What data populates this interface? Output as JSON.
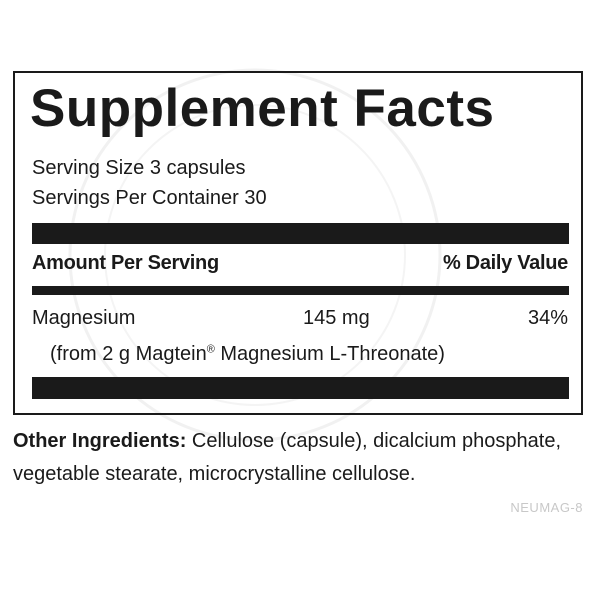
{
  "label": {
    "title": "Supplement Facts",
    "serving_size": "Serving Size 3 capsules",
    "servings_per_container": "Servings Per Container 30",
    "header_amount": "Amount Per Serving",
    "header_dv": "% Daily Value",
    "nutrients": [
      {
        "name": "Magnesium",
        "amount": "145 mg",
        "daily_value": "34%",
        "source_prefix": "(from 2 g Magtein",
        "source_mark": "®",
        "source_suffix": " Magnesium L-Threonate)"
      }
    ]
  },
  "other_ingredients": {
    "label": "Other Ingredients:",
    "text": " Cellulose (capsule), dicalcium phosphate, vegetable stearate, microcrystalline cellulose."
  },
  "product_code": "NEUMAG-8",
  "colors": {
    "ink": "#1a1a1a",
    "background": "#ffffff",
    "faint": "#c8c8c8"
  }
}
